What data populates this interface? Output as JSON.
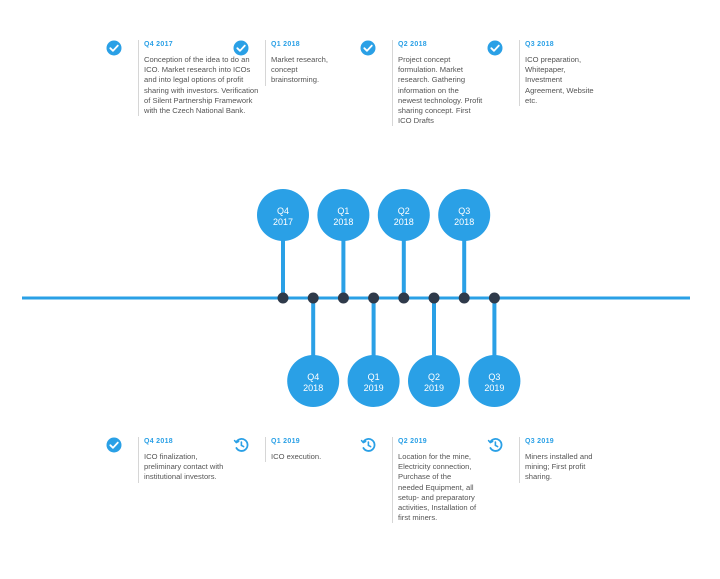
{
  "colors": {
    "accent": "#2aa0e6",
    "done_icon": "#2aa0e6",
    "pending_icon": "#2aa0e6",
    "axis": "#2aa0e6",
    "node": "#2f3a4a",
    "text": "#555555"
  },
  "top_milestones": [
    {
      "period": "Q4 2017",
      "status": "done",
      "icon": "check-circle-icon",
      "description": "Conception of the idea to do an ICO. Market research into ICOs and into legal options of profit sharing with investors. Verification of Silent Partnership Framework with the Czech National Bank."
    },
    {
      "period": "Q1 2018",
      "status": "done",
      "icon": "check-circle-icon",
      "description": "Market research, concept brainstorming."
    },
    {
      "period": "Q2 2018",
      "status": "done",
      "icon": "check-circle-icon",
      "description": "Project concept formulation. Market research. Gathering information on the newest technology. Profit sharing concept. First ICO Drafts"
    },
    {
      "period": "Q3 2018",
      "status": "done",
      "icon": "check-circle-icon",
      "description": "ICO preparation, Whitepaper, Investment Agreement, Website etc."
    }
  ],
  "bottom_milestones": [
    {
      "period": "Q4 2018",
      "status": "done",
      "icon": "check-circle-icon",
      "description": "ICO finalization, preliminary contact with institutional investors."
    },
    {
      "period": "Q1 2019",
      "status": "pending",
      "icon": "progress-clock-icon",
      "description": "ICO execution."
    },
    {
      "period": "Q2 2019",
      "status": "pending",
      "icon": "progress-clock-icon",
      "description": "Location for the mine, Electricity connection, Purchase of the needed Equipment, all setup- and preparatory activities, Installation of first miners."
    },
    {
      "period": "Q3 2019",
      "status": "pending",
      "icon": "progress-clock-icon",
      "description": "Miners installed and mining; First profit sharing."
    }
  ],
  "bubbles": [
    {
      "quarter": "Q4",
      "year": "2017",
      "side": "top"
    },
    {
      "quarter": "Q4",
      "year": "2018",
      "side": "bottom"
    },
    {
      "quarter": "Q1",
      "year": "2018",
      "side": "top"
    },
    {
      "quarter": "Q1",
      "year": "2019",
      "side": "bottom"
    },
    {
      "quarter": "Q2",
      "year": "2018",
      "side": "top"
    },
    {
      "quarter": "Q2",
      "year": "2019",
      "side": "bottom"
    },
    {
      "quarter": "Q3",
      "year": "2018",
      "side": "top"
    },
    {
      "quarter": "Q3",
      "year": "2019",
      "side": "bottom"
    }
  ]
}
